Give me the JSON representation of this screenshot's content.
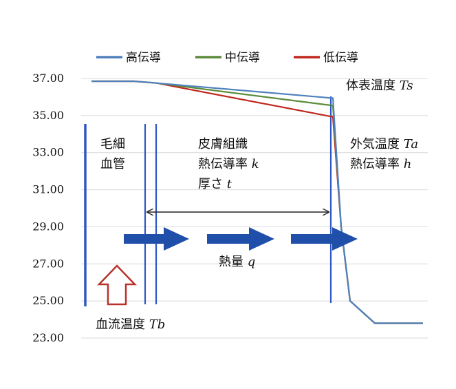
{
  "legend": [
    {
      "label": "高伝導",
      "color": "#4F81BD"
    },
    {
      "label": "中伝導",
      "color": "#5B8C3A"
    },
    {
      "label": "低伝導",
      "color": "#C0281E"
    }
  ],
  "y_ticks": [
    "37.00",
    "35.00",
    "33.00",
    "31.00",
    "29.00",
    "27.00",
    "25.00",
    "23.00"
  ],
  "annotations": {
    "surface_temp": {
      "text": "体表温度 ",
      "symbol": "Ts"
    },
    "capillary_1": "毛細",
    "capillary_2": "血管",
    "tissue_1": "皮膚組織",
    "tissue_2": {
      "text": "熱伝導率 ",
      "symbol": "k"
    },
    "tissue_3": {
      "text": "厚さ ",
      "symbol": "t"
    },
    "air_1": {
      "text": "外気温度 ",
      "symbol": "Ta"
    },
    "air_2": {
      "text": "熱伝導率 ",
      "symbol": "h"
    },
    "heat": {
      "text": "熱量 ",
      "symbol": "q"
    },
    "blood_temp": {
      "text": "血流温度 ",
      "symbol": "Tb"
    }
  },
  "colors": {
    "grid": "#d9d9d9",
    "boundary": "#2E55C4",
    "arrow": "#1F4FA8",
    "blood_arrow": "#B8322A"
  },
  "chart_data": {
    "type": "line",
    "ylim": [
      23,
      37
    ],
    "yticks": [
      37,
      35,
      33,
      31,
      29,
      27,
      25,
      23
    ],
    "series": [
      {
        "name": "高伝導",
        "color": "#4F81BD",
        "values": [
          36.85,
          36.85,
          36.75,
          35.95,
          35.95,
          29.0,
          25.0,
          23.8,
          23.8
        ]
      },
      {
        "name": "中伝導",
        "color": "#5B8C3A",
        "values": [
          36.85,
          36.85,
          36.75,
          35.55,
          35.55,
          29.0,
          25.0,
          23.8,
          23.8
        ]
      },
      {
        "name": "低伝導",
        "color": "#C0281E",
        "values": [
          36.85,
          36.85,
          36.75,
          34.95,
          34.95,
          29.0,
          25.0,
          23.8,
          23.8
        ]
      }
    ]
  }
}
